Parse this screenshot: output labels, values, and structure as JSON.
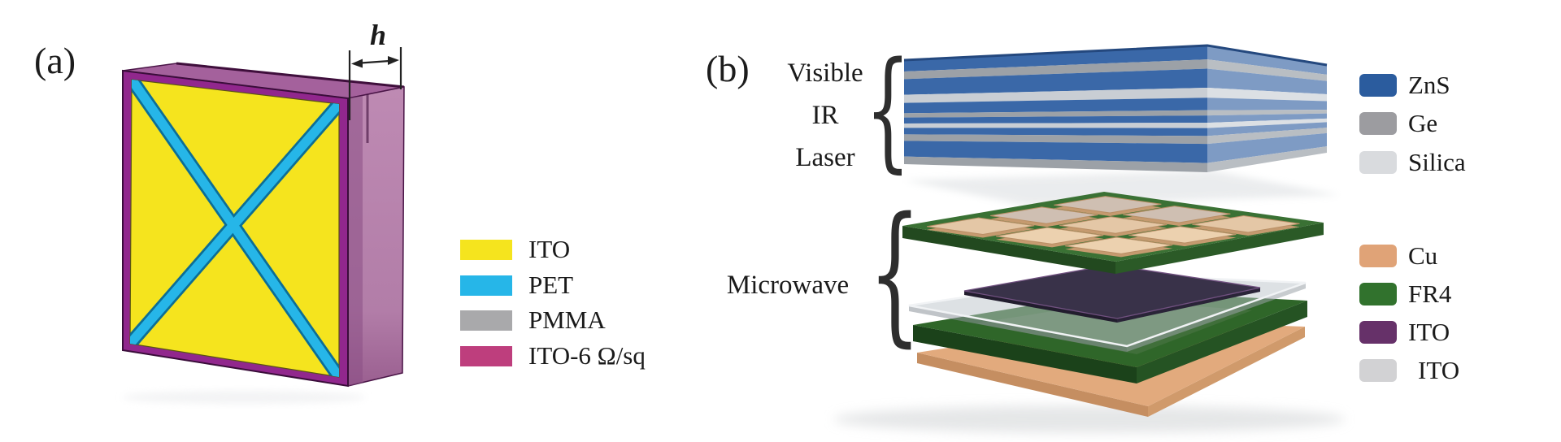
{
  "figure": {
    "background": "#FFFFFF",
    "text_color": "#1A1A1A",
    "panel_a": {
      "label": "(a)",
      "dimension_label": "h",
      "legend": [
        {
          "label": "ITO",
          "color": "#F5E41E"
        },
        {
          "label": "PET",
          "color": "#26B6E8"
        },
        {
          "label": "PMMA",
          "color": "#A9A9AB"
        },
        {
          "label": "ITO-6 Ω/sq",
          "color": "#BE3E7D"
        }
      ],
      "structure_colors": {
        "frame_purple": "#91278D",
        "face_yellow": "#F5E41E",
        "cross_cyan": "#26B6E8",
        "side_mauve": "#BA85AF",
        "top_mauve": "#A4619C"
      }
    },
    "panel_b": {
      "label": "(b)",
      "optical_labels": [
        "Visible",
        "IR",
        "Laser"
      ],
      "microwave_label": "Microwave",
      "brace_glyph": "{",
      "legend_optical": [
        {
          "label": "ZnS",
          "color": "#2B5C9E"
        },
        {
          "label": "Ge",
          "color": "#9C9CA0"
        },
        {
          "label": "Silica",
          "color": "#D9DBDE"
        }
      ],
      "legend_microwave": [
        {
          "label": "Cu",
          "color": "#E0A377"
        },
        {
          "label": "FR4",
          "color": "#31722D"
        },
        {
          "label": "ITO",
          "color": "#663169"
        },
        {
          "label": "ITO",
          "color": "#D2D2D4"
        }
      ],
      "stack_colors": {
        "stripe_blue": "#3A68A8",
        "stripe_ge": "#9CA1A7",
        "stripe_silica": "#C9CED4",
        "patch_copper": "#E4C7A6",
        "board_green": "#3A7134",
        "ito_film_purple": "#393249",
        "glass_gray": "#BCC4CA",
        "ground_copper": "#E2AA7D"
      }
    }
  }
}
